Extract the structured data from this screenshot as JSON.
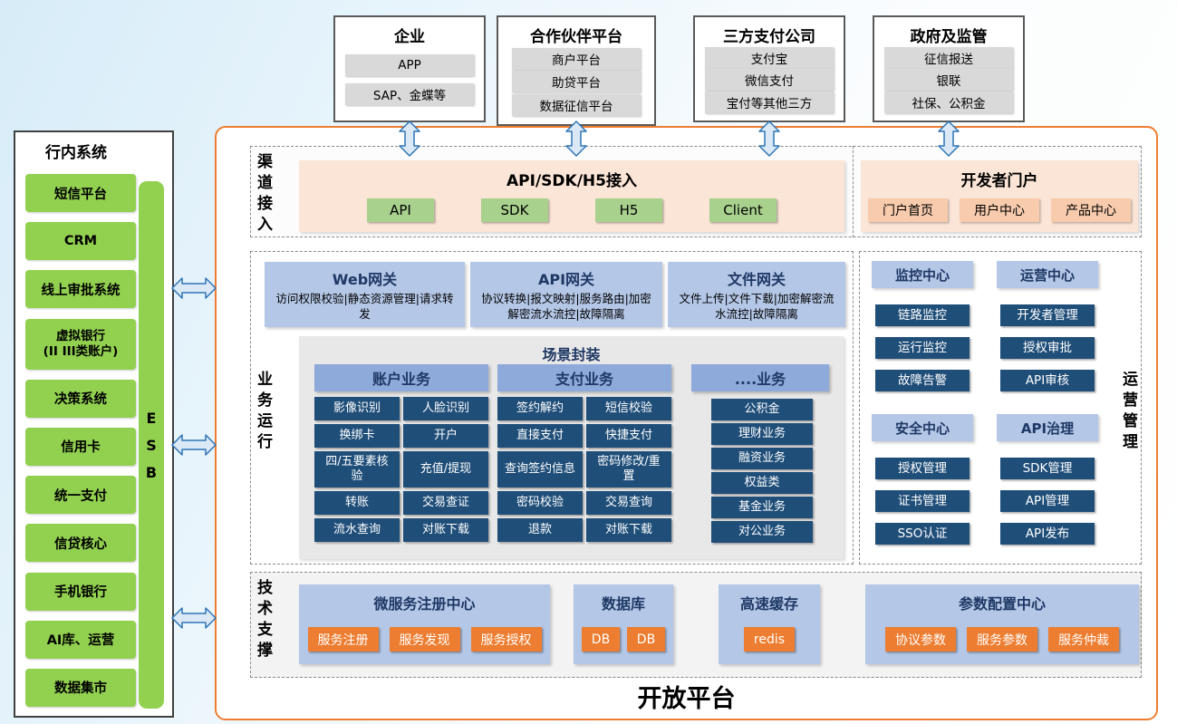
{
  "colors": {
    "accent_orange": "#ED7D31",
    "peach_panel": "#FBE5D6",
    "peach_button": "#F8CBAD",
    "green": "#92D050",
    "light_green_button": "#A9D18E",
    "light_blue_panel": "#B4C7E7",
    "mid_blue_header": "#8EAADB",
    "dark_navy_item": "#1F4E79",
    "navy_title_text": "#1F3864",
    "gray_item": "#D9D9D9",
    "arrow_blue": "#2E75B6"
  },
  "top_groups": [
    {
      "title": "企业",
      "items": [
        "APP",
        "SAP、金蝶等"
      ]
    },
    {
      "title": "合作伙伴平台",
      "items": [
        "商户平台",
        "助贷平台",
        "数据征信平台"
      ]
    },
    {
      "title": "三方支付公司",
      "items": [
        "支付宝",
        "微信支付",
        "宝付等其他三方"
      ]
    },
    {
      "title": "政府及监管",
      "items": [
        "征信报送",
        "银联",
        "社保、公积金"
      ]
    }
  ],
  "sidebar": {
    "title": "行内系统",
    "items": [
      "短信平台",
      "CRM",
      "线上审批系统",
      "虚拟银行\n(II III类账户)",
      "决策系统",
      "信用卡",
      "统一支付",
      "信贷核心",
      "手机银行",
      "AI库、运营",
      "数据集市"
    ],
    "esb": [
      "E",
      "S",
      "B"
    ]
  },
  "channel": {
    "label": "渠道接入",
    "access": {
      "title": "API/SDK/H5接入",
      "buttons": [
        "API",
        "SDK",
        "H5",
        "Client"
      ]
    },
    "portal": {
      "title": "开发者门户",
      "buttons": [
        "门户首页",
        "用户中心",
        "产品中心"
      ]
    }
  },
  "business": {
    "label": "业务运行",
    "gateways": [
      {
        "title": "Web网关",
        "desc": "访问权限校验|静态资源管理|请求转发"
      },
      {
        "title": "API网关",
        "desc": "协议转换|报文映射|服务路由|加密解密流水流控|故障隔离"
      },
      {
        "title": "文件网关",
        "desc": "文件上传|文件下载|加密解密流水流控|故障隔离"
      }
    ],
    "scenario": {
      "title": "场景封装",
      "groups": [
        {
          "title": "账户业务",
          "items": [
            "影像识别",
            "人脸识别",
            "换绑卡",
            "开户",
            "四/五要素核验",
            "充值/提现",
            "转账",
            "交易查证",
            "流水查询",
            "对账下载"
          ]
        },
        {
          "title": "支付业务",
          "items": [
            "签约解约",
            "短信校验",
            "直接支付",
            "快捷支付",
            "查询签约信息",
            "密码修改/重置",
            "密码校验",
            "交易查询",
            "退款",
            "对账下载"
          ]
        },
        {
          "title": "....业务",
          "items": [
            "公积金",
            "理财业务",
            "融资业务",
            "权益类",
            "基金业务",
            "对公业务"
          ]
        }
      ]
    }
  },
  "ops": {
    "label": "运营管理",
    "panels": [
      {
        "title": "监控中心",
        "items": [
          "链路监控",
          "运行监控",
          "故障告警"
        ]
      },
      {
        "title": "运营中心",
        "items": [
          "开发者管理",
          "授权审批",
          "API审核"
        ]
      },
      {
        "title": "安全中心",
        "items": [
          "授权管理",
          "证书管理",
          "SSO认证"
        ]
      },
      {
        "title": "API治理",
        "items": [
          "SDK管理",
          "API管理",
          "API发布"
        ]
      }
    ]
  },
  "tech": {
    "label": "技术支撑",
    "panels": [
      {
        "title": "微服务注册中心",
        "items": [
          "服务注册",
          "服务发现",
          "服务授权"
        ]
      },
      {
        "title": "数据库",
        "items": [
          "DB",
          "DB"
        ]
      },
      {
        "title": "高速缓存",
        "items": [
          "redis"
        ]
      },
      {
        "title": "参数配置中心",
        "items": [
          "协议参数",
          "服务参数",
          "服务仲裁"
        ]
      }
    ]
  },
  "platform_title": "开放平台"
}
